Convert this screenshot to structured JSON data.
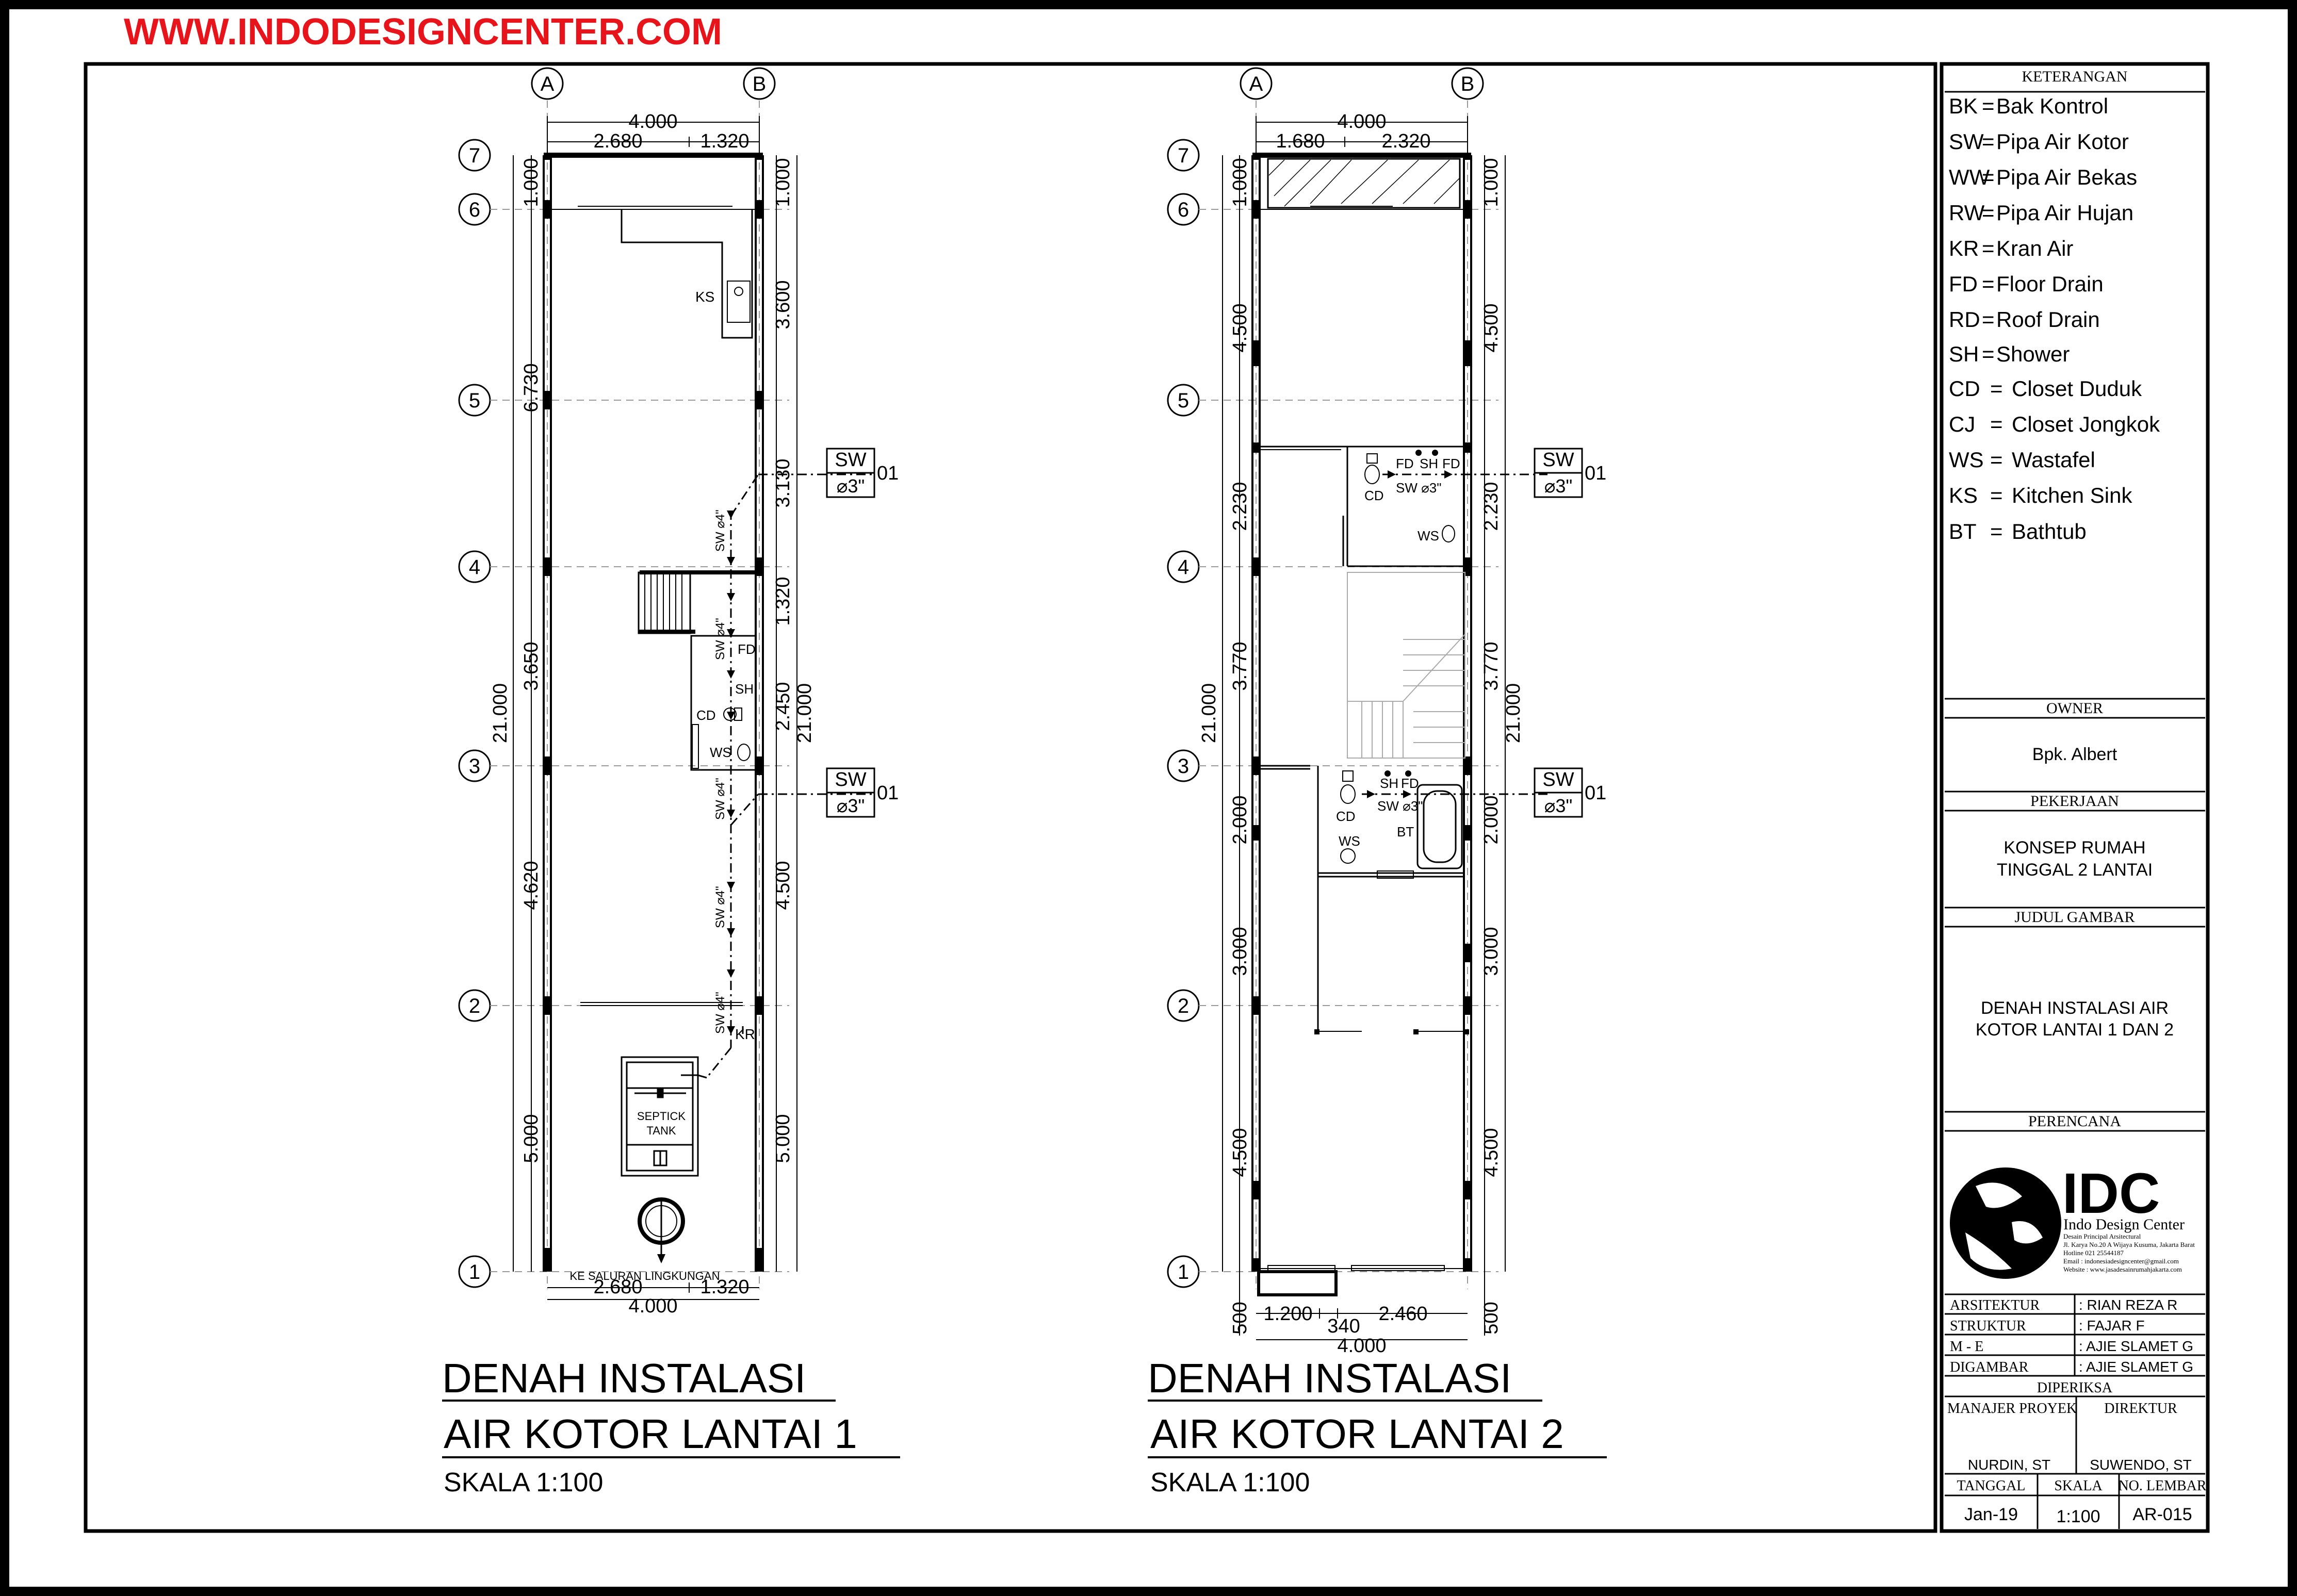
{
  "website": "WWW.INDODESIGNCENTER.COM",
  "grid": {
    "cols": [
      "A",
      "B"
    ],
    "rows": [
      "1",
      "2",
      "3",
      "4",
      "5",
      "6",
      "7"
    ]
  },
  "plan1": {
    "title_line1": "DENAH INSTALASI",
    "title_line2": "AIR KOTOR LANTAI 1",
    "scale": "SKALA 1:100",
    "dim_top_total": "4.000",
    "dim_top_a": "2.680",
    "dim_top_b": "1.320",
    "dim_bot_a": "2.680",
    "dim_bot_b": "1.320",
    "dim_bot_total": "4.000",
    "left_dims": [
      "1.000",
      "6.730",
      "3.650",
      "4.620",
      "5.000"
    ],
    "left_total": "21.000",
    "right_dims": [
      "1.000",
      "3.600",
      "3.130",
      "1.320",
      "2.450",
      "4.500",
      "5.000"
    ],
    "right_total": "21.000",
    "labels": {
      "ks": "KS",
      "fd": "FD",
      "sh": "SH",
      "cd": "CD",
      "ws": "WS",
      "kr": "KR",
      "septic1": "SEPTICK",
      "septic2": "TANK",
      "ke_saluran": "KE SALURAN LINGKUNGAN"
    },
    "pipe_labels": [
      "SW ⌀4\"",
      "SW ⌀4\"",
      "SW ⌀4\"",
      "SW ⌀4\"",
      "SW ⌀4\""
    ],
    "tag_sw": "SW",
    "tag_dia": "⌀3\"",
    "tag_no": "01"
  },
  "plan2": {
    "title_line1": "DENAH INSTALASI",
    "title_line2": "AIR KOTOR LANTAI 2",
    "scale": "SKALA 1:100",
    "dim_top_total": "4.000",
    "dim_top_a": "1.680",
    "dim_top_b": "2.320",
    "dim_bot_a": "1.200",
    "dim_bot_mid": "340",
    "dim_bot_b": "2.460",
    "dim_bot_total": "4.000",
    "left_dims": [
      "1.000",
      "4.500",
      "2.230",
      "3.770",
      "2.000",
      "3.000",
      "4.500",
      "500"
    ],
    "left_total": "21.000",
    "right_dims": [
      "1.000",
      "4.500",
      "2.230",
      "3.770",
      "2.000",
      "3.000",
      "4.500",
      "500"
    ],
    "right_total": "21.000",
    "labels": {
      "fd": "FD",
      "sh": "SH",
      "cd": "CD",
      "ws": "WS",
      "bt": "BT",
      "sw3": "SW ⌀3\""
    },
    "tag_sw": "SW",
    "tag_dia": "⌀3\"",
    "tag_no": "01"
  },
  "legend": {
    "heading": "KETERANGAN",
    "items": [
      {
        "code": "BK",
        "text": "Bak Kontrol"
      },
      {
        "code": "SW",
        "text": "Pipa Air Kotor"
      },
      {
        "code": "WW",
        "text": "Pipa Air Bekas"
      },
      {
        "code": "RW",
        "text": "Pipa Air Hujan"
      },
      {
        "code": "KR",
        "text": "Kran Air"
      },
      {
        "code": "FD",
        "text": "Floor Drain"
      },
      {
        "code": "RD",
        "text": "Roof Drain"
      },
      {
        "code": "SH",
        "text": "Shower"
      },
      {
        "code": "CD",
        "text": "Closet Duduk"
      },
      {
        "code": "CJ",
        "text": "Closet Jongkok"
      },
      {
        "code": "WS",
        "text": "Wastafel"
      },
      {
        "code": "KS",
        "text": "Kitchen Sink"
      },
      {
        "code": "BT",
        "text": "Bathtub"
      }
    ]
  },
  "title_block": {
    "owner_h": "OWNER",
    "owner": "Bpk. Albert",
    "pekerjaan_h": "PEKERJAAN",
    "pekerjaan1": "KONSEP RUMAH",
    "pekerjaan2": "TINGGAL 2 LANTAI",
    "judul_h": "JUDUL GAMBAR",
    "judul1": "DENAH INSTALASI AIR",
    "judul2": "KOTOR LANTAI 1 DAN 2",
    "perencana_h": "PERENCANA",
    "logo_text": "IDC",
    "logo_sub": "Indo Design Center",
    "logo_line1": "Desain Principal Arsitectural",
    "logo_line2": "Jl. Karya No.20 A Wijaya Kusuma, Jakarta Barat",
    "logo_line3": "Hotline 021 25544187",
    "logo_line4": "Email : indonesiadesigncenter@gmail.com",
    "logo_line5": "Website : www.jasadesainrumahjakarta.com",
    "roles": [
      {
        "role": "ARSITEKTUR",
        "name": ": RIAN REZA R"
      },
      {
        "role": "STRUKTUR",
        "name": ": FAJAR F"
      },
      {
        "role": "M - E",
        "name": ": AJIE SLAMET G"
      },
      {
        "role": "DIGAMBAR",
        "name": ": AJIE SLAMET G"
      }
    ],
    "diperiksa": "DIPERIKSA",
    "manajer_h": "MANAJER PROYEK",
    "direktur_h": "DIREKTUR",
    "manajer": "NURDIN, ST",
    "direktur": "SUWENDO, ST",
    "tanggal_h": "TANGGAL",
    "skala_h": "SKALA",
    "lembar_h": "NO. LEMBAR",
    "tanggal": "Jan-19",
    "skala": "1:100",
    "lembar": "AR-015"
  }
}
